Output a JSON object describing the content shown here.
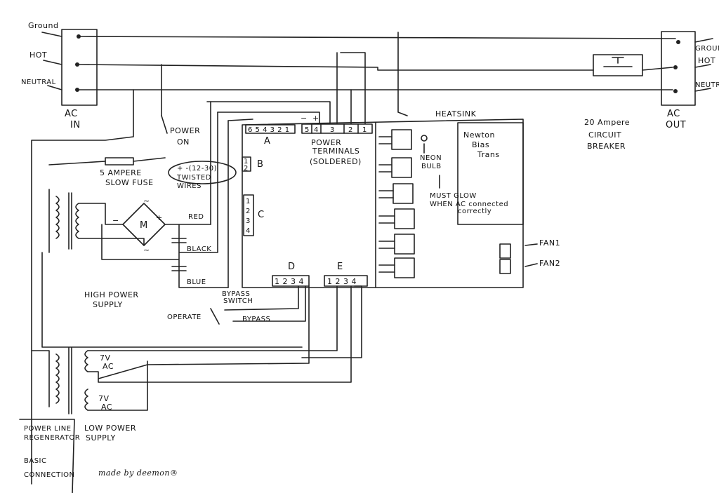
{
  "ac_in": {
    "ground": "Ground",
    "hot": "HOT",
    "neutral": "NEUTRAL",
    "label1": "AC",
    "label2": "IN"
  },
  "ac_out": {
    "ground": "GROUND",
    "hot": "HOT",
    "neutral": "NEUTR",
    "label1": "AC",
    "label2": "OUT"
  },
  "breaker": {
    "line1": "20 Ampere",
    "line2": "CIRCUIT",
    "line3": "BREAKER"
  },
  "power_switch": {
    "line1": "POWER",
    "line2": "ON"
  },
  "fuse": {
    "line1": "5 AMPERE",
    "line2": "SLOW FUSE"
  },
  "twisted": {
    "line1": "+ -(12-30)",
    "line2": "TWISTED",
    "line3": "WIRES"
  },
  "hps": {
    "red": "RED",
    "black": "BLACK",
    "blue": "BLUE",
    "line1": "HIGH POWER",
    "line2": "SUPPLY",
    "plus": "+",
    "minus": "−",
    "tilde": "~",
    "m": "M"
  },
  "board": {
    "heatsink": "HEATSINK",
    "a_pins": "6 5 4 3 2 1",
    "a_label": "A",
    "pt_pins": [
      "5",
      "4",
      "3",
      "2",
      "1"
    ],
    "pt_minus": "−",
    "pt_plus": "+",
    "pt_line1": "POWER",
    "pt_line2": "TERMINALS",
    "pt_line3": "(SOLDERED)",
    "b_pins": [
      "1",
      "2"
    ],
    "b_label": "B",
    "c_pins": [
      "1",
      "2",
      "3",
      "4"
    ],
    "c_label": "C",
    "d_pins": "1 2 3 4",
    "d_label": "D",
    "e_pins": "1 2 3 4",
    "e_label": "E",
    "newton1": "Newton",
    "newton2": "Bias",
    "newton3": "Trans",
    "neon1": "NEON",
    "neon2": "BULB",
    "glow1": "MUST GLOW",
    "glow2": "WHEN AC connected",
    "glow3": "correctly",
    "transistor_mark": "o"
  },
  "fans": {
    "fan1": "FAN1",
    "fan2": "FAN2"
  },
  "bypass": {
    "line1": "BYPASS",
    "line2": "SWITCH",
    "operate": "OPERATE",
    "bypass": "BYPASS"
  },
  "lps": {
    "v1a": "7V",
    "v1b": "AC",
    "v2a": "7V",
    "v2b": "AC",
    "line1": "LOW POWER",
    "line2": "SUPPLY"
  },
  "title": {
    "line1": "POWER LINE",
    "line2": "REGENERATOR",
    "line3": "BASIC",
    "line4": "CONNECTION"
  },
  "credit": "made by deemon®"
}
